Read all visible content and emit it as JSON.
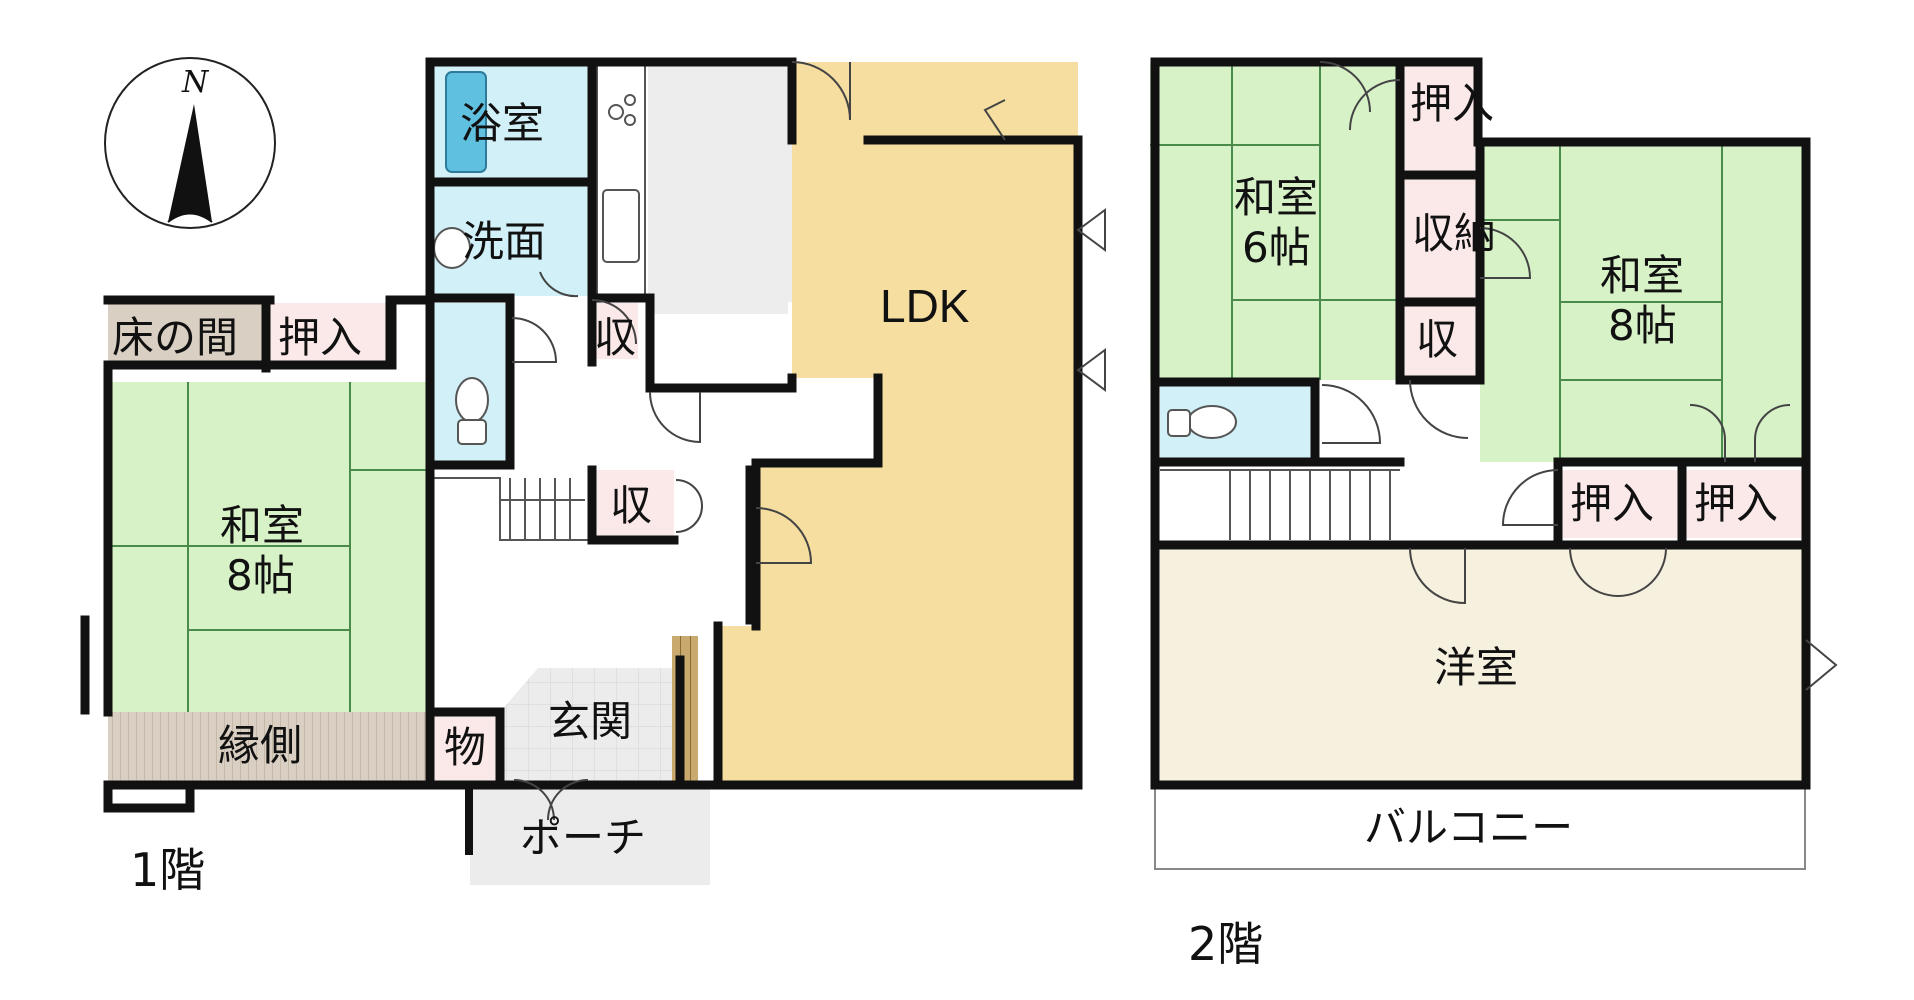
{
  "compass": {
    "label": "N"
  },
  "floor1": {
    "label": "1階",
    "rooms": {
      "bath": "浴室",
      "washroom": "洗面",
      "ldk": "LDK",
      "tokonoma": "床の間",
      "oshiire": "押入",
      "washitsu_line1": "和室",
      "washitsu_line2": "8帖",
      "engawa": "縁側",
      "storage_kitchen": "収",
      "storage_stairs": "収",
      "mono": "物",
      "genkan": "玄関",
      "porch": "ポーチ"
    }
  },
  "floor2": {
    "label": "2階",
    "rooms": {
      "oshiire_top": "押入",
      "washitsu6_line1": "和室",
      "washitsu6_line2": "6帖",
      "shuno": "収納",
      "storage": "収",
      "washitsu8_line1": "和室",
      "washitsu8_line2": "8帖",
      "oshiire_a": "押入",
      "oshiire_b": "押入",
      "youshitsu": "洋室",
      "balcony": "バルコニー"
    }
  },
  "colors": {
    "ldk": "#f5deA0",
    "tatami": "#d8f2c8",
    "wet": "#d2f0f8",
    "storage": "#fbe9e9",
    "wood": "#d9cfc2",
    "youshitsu": "#f6f1de",
    "genkan": "#ececec"
  }
}
